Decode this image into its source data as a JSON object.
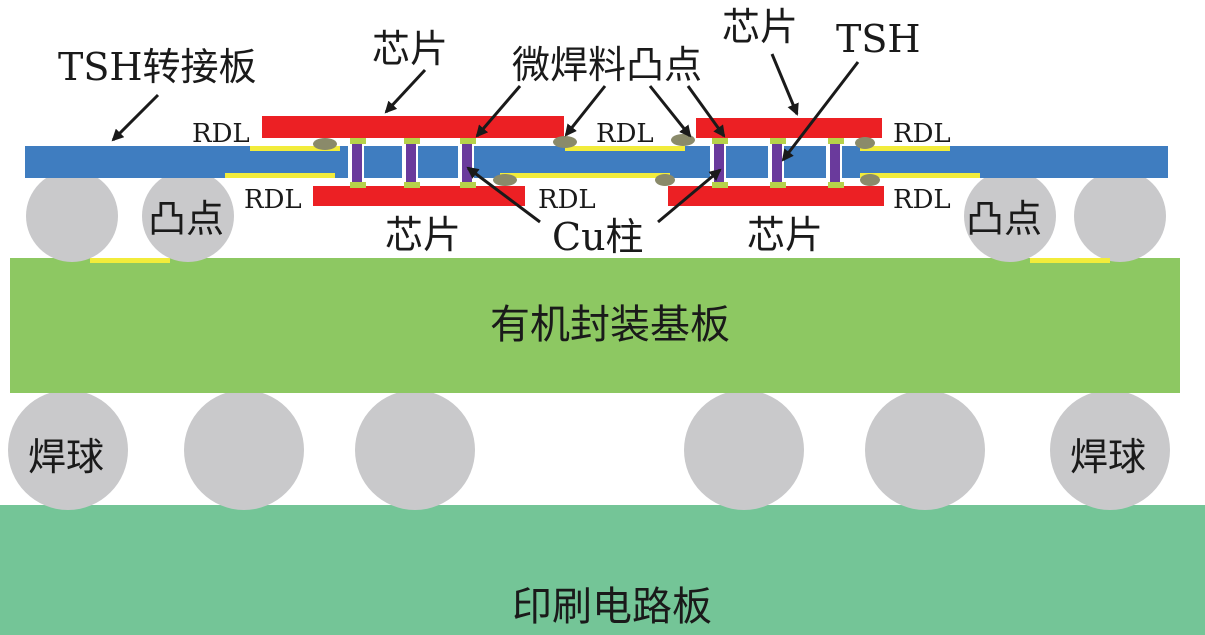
{
  "labels": {
    "interposer": "TSH转接板",
    "chip_top_left": "芯片",
    "chip_top_right": "芯片",
    "micro_solder": "微焊料凸点",
    "tsh": "TSH",
    "rdl_1": "RDL",
    "rdl_2": "RDL",
    "rdl_3": "RDL",
    "rdl_4": "RDL",
    "rdl_5": "RDL",
    "rdl_6": "RDL",
    "bump_left": "凸点",
    "bump_right": "凸点",
    "chip_bottom_left": "芯片",
    "chip_bottom_right": "芯片",
    "cu_pillar": "Cu柱",
    "substrate": "有机封装基板",
    "solder_ball_left": "焊球",
    "solder_ball_right": "焊球",
    "pcb": "印刷电路板"
  },
  "colors": {
    "interposer": "#3f7dc0",
    "chip": "#ec2024",
    "substrate": "#8dc862",
    "pcb": "#74c597",
    "ball": "#c9c9cb",
    "rdl_line": "#f2ec3b",
    "pillar": "#6a3a9c",
    "micro_bump": "#8a8a6a",
    "pad": "#b7d24a"
  }
}
